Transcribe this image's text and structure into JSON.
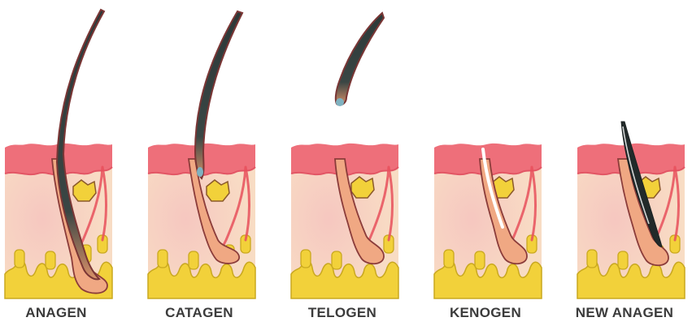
{
  "stages": [
    {
      "id": "anagen",
      "label": "ANAGEN",
      "hair": "long",
      "follicle": "deep"
    },
    {
      "id": "catagen",
      "label": "CATAGEN",
      "hair": "long",
      "follicle": "regressing"
    },
    {
      "id": "telogen",
      "label": "TELOGEN",
      "hair": "shed",
      "follicle": "resting"
    },
    {
      "id": "kenogen",
      "label": "KENOGEN",
      "hair": "none",
      "follicle": "empty"
    },
    {
      "id": "new-anagen",
      "label": "NEW ANAGEN",
      "hair": "new-growth",
      "follicle": "regrowing"
    }
  ],
  "colors": {
    "epidermis": "#ee6f7a",
    "dermis": "#f8dcc4",
    "dermis_inner": "#f6c7c0",
    "fat": "#f2d13a",
    "fat_outline": "#c9a81f",
    "gland": "#f2d13a",
    "follicle": "#f0a883",
    "follicle_outline": "#8b3c3a",
    "hair_dark": "#2f3a3a",
    "hair_outline": "#7a3635",
    "vessel": "#e8505c",
    "label": "#3b3b3b"
  }
}
